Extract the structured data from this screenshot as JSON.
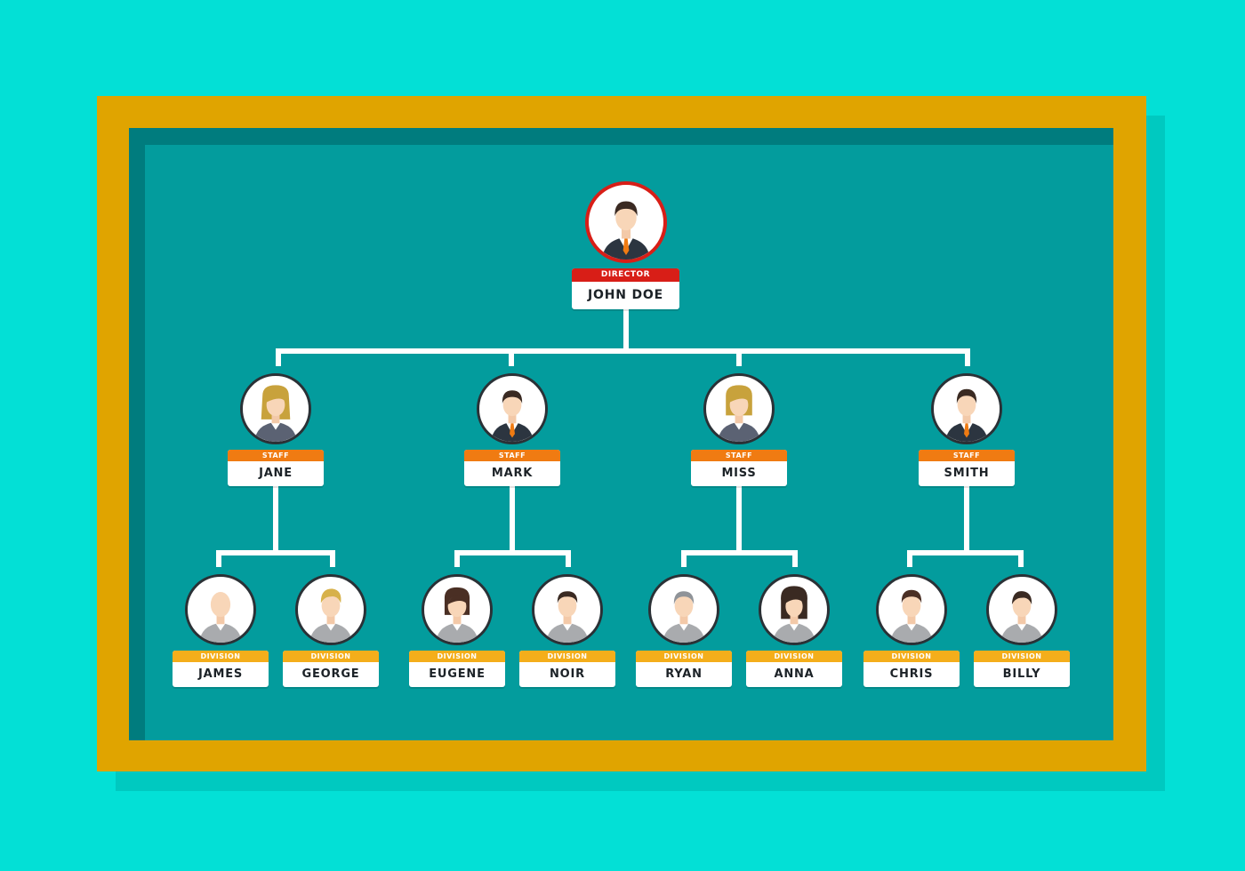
{
  "colors": {
    "background": "#03e0d6",
    "frame": "#e0a400",
    "board": "#039c9d",
    "connector": "#ffffff",
    "director_role": "#d81e17",
    "staff_role": "#f07b12",
    "division_role": "#f4ae1b"
  },
  "director": {
    "role": "DIRECTOR",
    "name": "JOHN DOE",
    "icon": "male-avatar-icon"
  },
  "staff": [
    {
      "role": "STAFF",
      "name": "JANE",
      "icon": "female-avatar-icon"
    },
    {
      "role": "STAFF",
      "name": "MARK",
      "icon": "male-avatar-icon"
    },
    {
      "role": "STAFF",
      "name": "MISS",
      "icon": "female-avatar-icon"
    },
    {
      "role": "STAFF",
      "name": "SMITH",
      "icon": "male-avatar-icon"
    }
  ],
  "division": [
    {
      "role": "DIVISION",
      "name": "JAMES",
      "icon": "bald-male-avatar-icon"
    },
    {
      "role": "DIVISION",
      "name": "GEORGE",
      "icon": "blond-male-avatar-icon"
    },
    {
      "role": "DIVISION",
      "name": "EUGENE",
      "icon": "female-avatar-icon"
    },
    {
      "role": "DIVISION",
      "name": "NOIR",
      "icon": "male-avatar-icon"
    },
    {
      "role": "DIVISION",
      "name": "RYAN",
      "icon": "grey-hair-male-avatar-icon"
    },
    {
      "role": "DIVISION",
      "name": "ANNA",
      "icon": "female-avatar-icon"
    },
    {
      "role": "DIVISION",
      "name": "CHRIS",
      "icon": "male-avatar-icon"
    },
    {
      "role": "DIVISION",
      "name": "BILLY",
      "icon": "male-avatar-icon"
    }
  ]
}
